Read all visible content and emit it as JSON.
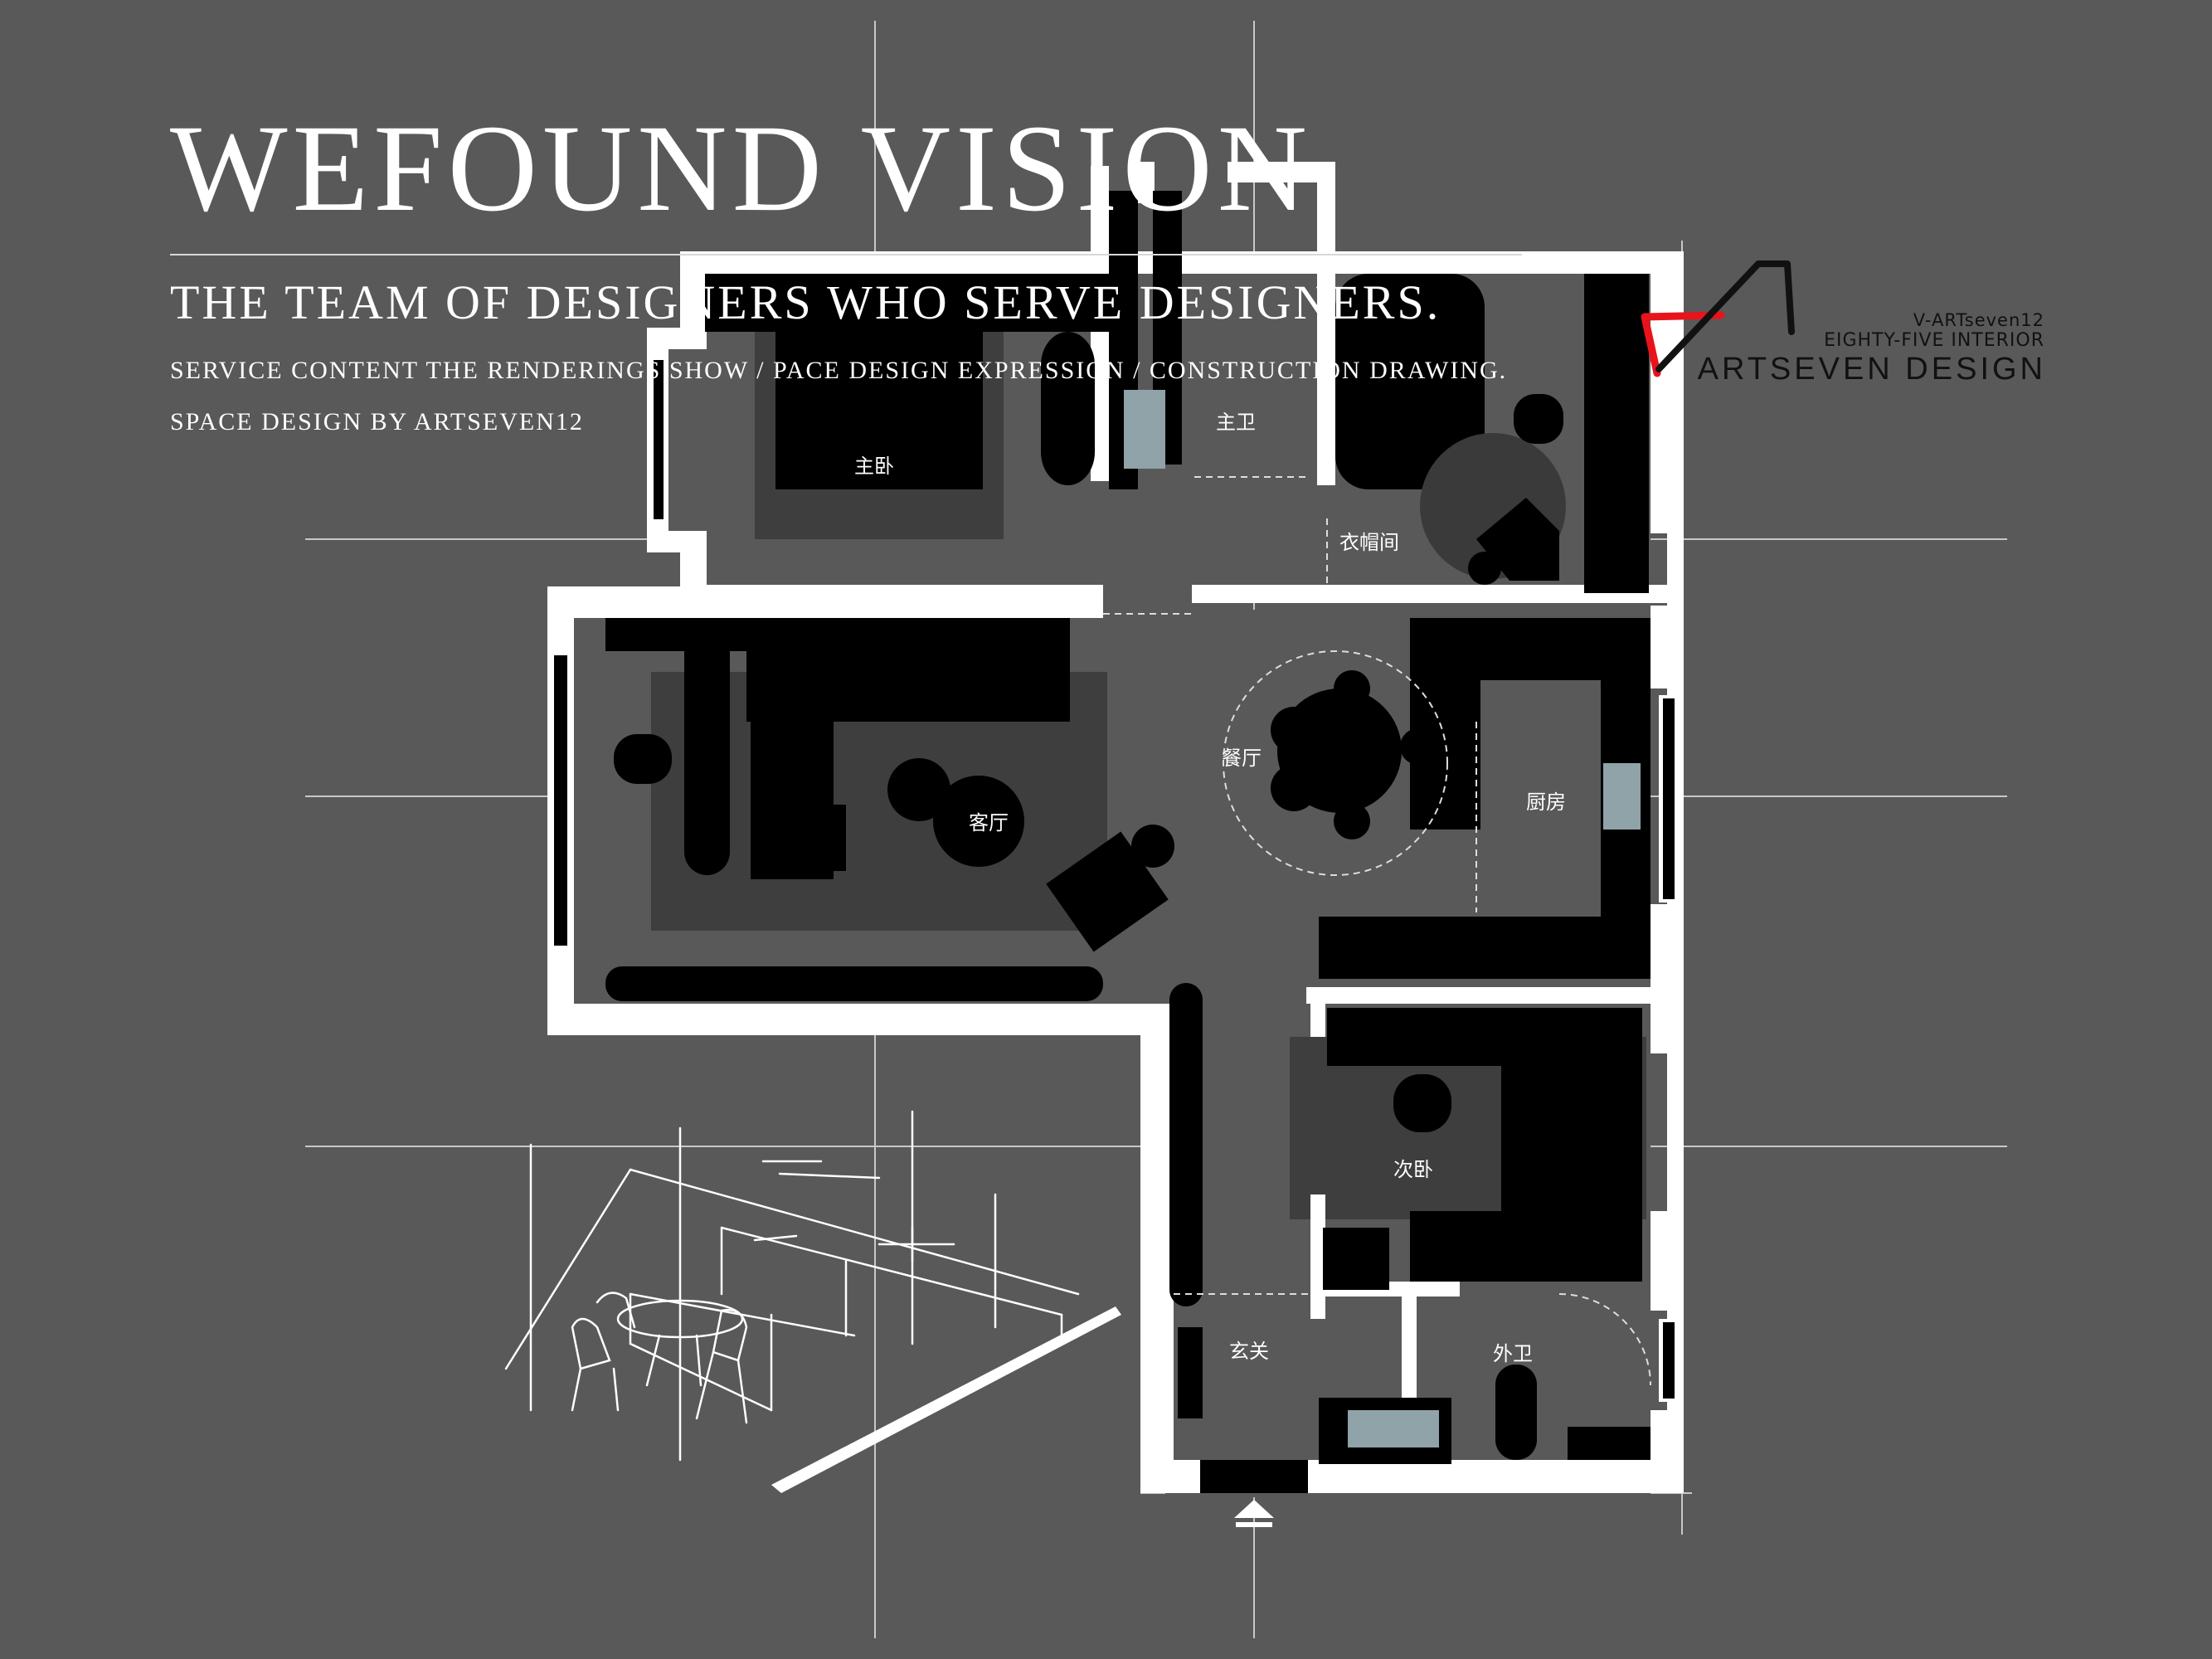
{
  "header": {
    "title": "WEFOUND VISION",
    "subtitle": "THE TEAM OF DESIGNERS WHO SERVE DESIGNERS.",
    "services": "SERVICE CONTENT THE RENDERINGS SHOW / PACE DESIGN EXPRESSION / CONSTRUCTION DRAWING.",
    "credit": "SPACE DESIGN BY ARTSEVEN12"
  },
  "logo": {
    "icon": "artseven-a-logo-icon",
    "line1": "V-ARTseven12",
    "line2": "EIGHTY-FIVE INTERIOR",
    "line3": "ARTSEVEN DESIGN",
    "accent_color": "#e8141b"
  },
  "rooms": {
    "master_bedroom": "主卧",
    "master_bath": "主卫",
    "walk_in_closet": "衣帽间",
    "living_room": "客厅",
    "dining_room": "餐厅",
    "kitchen": "厨房",
    "second_bedroom": "次卧",
    "entrance": "玄关",
    "guest_bath": "外卫"
  },
  "colors": {
    "background": "#595959",
    "wall": "#ffffff",
    "furniture": "#000000",
    "rug": "#3a3a3a"
  }
}
